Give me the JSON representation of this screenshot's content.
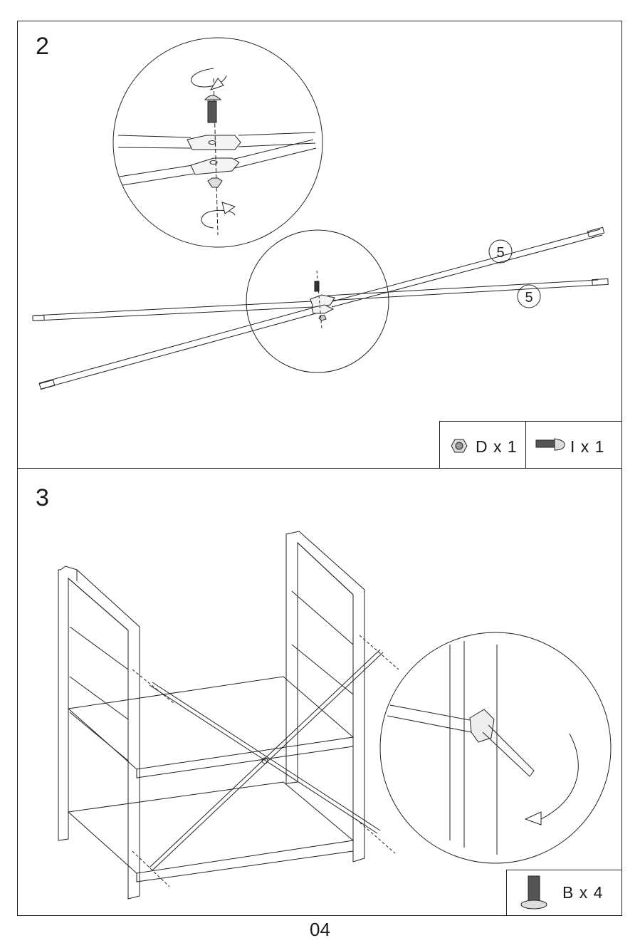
{
  "page_number": "04",
  "steps": [
    {
      "number": "2",
      "part_callouts": [
        "5",
        "5"
      ],
      "hardware": [
        {
          "icon": "hex-nut-icon",
          "label": "D x 1"
        },
        {
          "icon": "screw-icon",
          "label": "I x 1"
        }
      ]
    },
    {
      "number": "3",
      "hardware": [
        {
          "icon": "bolt-icon",
          "label": "B x 4"
        }
      ]
    }
  ]
}
